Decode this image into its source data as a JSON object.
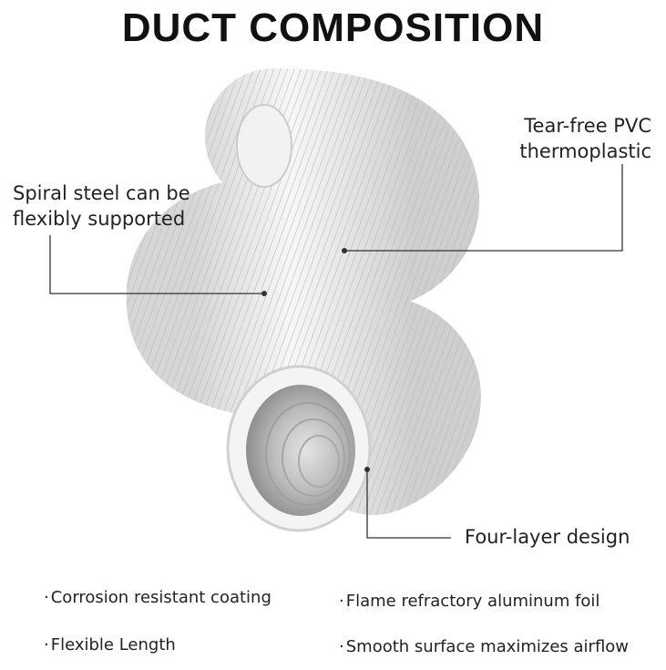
{
  "title": "DUCT COMPOSITION",
  "callouts": {
    "tear_free_line1": "Tear-free PVC",
    "tear_free_line2": "thermoplastic",
    "spiral_line1": "Spiral steel can be",
    "spiral_line2": "flexibly supported",
    "four_layer": "Four-layer design"
  },
  "features": [
    {
      "bullet": "·",
      "text": "Corrosion resistant coating"
    },
    {
      "bullet": "·",
      "text": "Flame refractory aluminum foil"
    },
    {
      "bullet": "·",
      "text": "Flexible Length"
    },
    {
      "bullet": "·",
      "text": "Smooth surface maximizes airflow"
    }
  ],
  "colors": {
    "duct_body": "#eeeeee",
    "duct_shadow": "#c9c9c9",
    "foil": "#b8b8b8",
    "leader_line": "#333333"
  }
}
